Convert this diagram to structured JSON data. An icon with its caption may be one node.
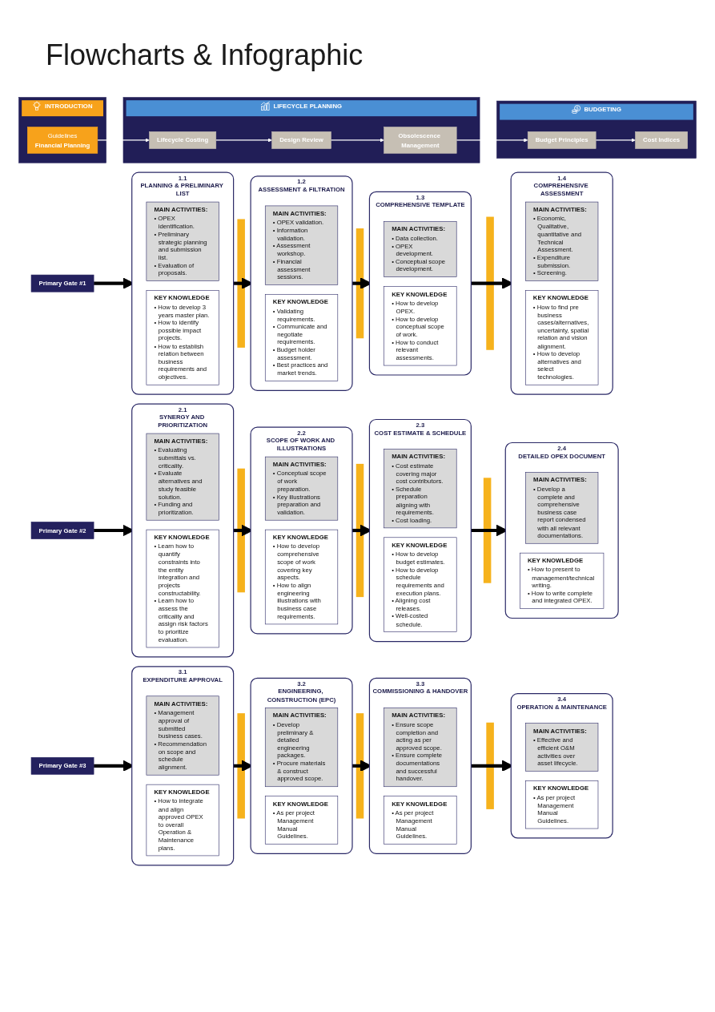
{
  "diagram": {
    "title": "Flowcharts & Infographic",
    "nodes": [
      {
        "text": [
          "INTRODUCTION"
        ]
      },
      {
        "text": [
          "Guidelines",
          "Financial Planning"
        ],
        "in": 0
      },
      {
        "text": [
          "LIFECYCLE PLANNING"
        ]
      },
      {
        "text": [
          "Lifecycle Costing"
        ],
        "in": 2
      },
      {
        "text": [
          "Design Review"
        ],
        "in": 2
      },
      {
        "text": [
          "Obsolescence Management"
        ],
        "in": 2
      },
      {
        "text": [
          "BUDGETING"
        ]
      },
      {
        "text": [
          "Budget Principles"
        ],
        "in": 6
      },
      {
        "text": [
          "Cost Indices"
        ],
        "in": 6
      },
      {
        "text": [
          "Primary Gate #1"
        ]
      },
      {
        "text": [
          "1.1",
          "PLANNING & PRELIMINARY LIST"
        ]
      },
      {
        "text": [
          "MAIN ACTIVITIES:",
          "• OPEX identification.",
          "• Preliminary strategic planning and submission list.",
          "• Evaluation of proposals."
        ],
        "in": 10
      },
      {
        "text": [
          "KEY KNOWLEDGE",
          "• How to develop 3 years master plan.",
          "• How to identify possible impact projects.",
          "• How to establish relation between business requirements and objectives."
        ],
        "in": 10
      },
      {
        "text": [
          "1.2",
          "ASSESSMENT & FILTRATION"
        ]
      },
      {
        "text": [
          "MAIN ACTIVITIES:",
          "• OPEX validation.",
          "• Information validation.",
          "• Assessment workshop.",
          "• Financial assessment sessions."
        ],
        "in": 13
      },
      {
        "text": [
          "KEY KNOWLEDGE",
          "• Validating requirements.",
          "• Communicate and negotiate requirements.",
          "• Budget holder assessment.",
          "• Best practices and market trends."
        ],
        "in": 13
      },
      {
        "text": [
          "1.3",
          "COMPREHENSIVE TEMPLATE"
        ]
      },
      {
        "text": [
          "MAIN ACTIVITIES:",
          "• Data collection.",
          "• OPEX development.",
          "• Conceptual scope development."
        ],
        "in": 16
      },
      {
        "text": [
          "KEY KNOWLEDGE",
          "• How to develop OPEX.",
          "• How to develop conceptual scope of work.",
          "• How to conduct relevant assessments."
        ],
        "in": 16
      },
      {
        "text": [
          "1.4",
          "COMPREHENSIVE ASSESSMENT"
        ]
      },
      {
        "text": [
          "MAIN ACTIVITIES:",
          "• Economic, Qualitative, quantitative and Technical Assessment.",
          "• Expenditure submission.",
          "• Screening."
        ],
        "in": 19
      },
      {
        "text": [
          "KEY KNOWLEDGE",
          "• How to find pre business cases/alternatives, uncertainty, spatial relation and vision alignment.",
          "• How to develop alternatives and select technologies."
        ],
        "in": 19
      },
      {
        "text": [
          "Primary Gate #2"
        ]
      },
      {
        "text": [
          "2.1",
          "SYNERGY AND PRIORITIZATION"
        ]
      },
      {
        "text": [
          "MAIN ACTIVITIES:",
          "• Evaluating submittals vs. criticality.",
          "• Evaluate alternatives and study feasible solution.",
          "• Funding and prioritization."
        ],
        "in": 23
      },
      {
        "text": [
          "KEY KNOWLEDGE",
          "• Learn how to quantify constraints into the entity integration and projects constructability.",
          "• Learn how to assess the criticality and assign risk factors to prioritize evaluation."
        ],
        "in": 23
      },
      {
        "text": [
          "2.2",
          "SCOPE OF WORK AND ILLUSTRATIONS"
        ]
      },
      {
        "text": [
          "MAIN ACTIVITIES:",
          "• Conceptual scope of work preparation.",
          "• Key illustrations preparation and validation."
        ],
        "in": 26
      },
      {
        "text": [
          "KEY KNOWLEDGE",
          "• How to develop comprehensive scope of work covering key aspects.",
          "• How to align engineering illustrations with business case requirements."
        ],
        "in": 26
      },
      {
        "text": [
          "2.3",
          "COST ESTIMATE & SCHEDULE"
        ]
      },
      {
        "text": [
          "MAIN ACTIVITIES:",
          "• Cost estimate covering major cost contributors.",
          "• Schedule preparation aligning with requirements.",
          "• Cost loading."
        ],
        "in": 29
      },
      {
        "text": [
          "KEY KNOWLEDGE",
          "• How to develop budget estimates.",
          "• How to develop schedule requirements and execution plans.",
          "• Aligning cost releases.",
          "• Well-costed schedule."
        ],
        "in": 29
      },
      {
        "text": [
          "2.4",
          "DETAILED OPEX DOCUMENT"
        ]
      },
      {
        "text": [
          "MAIN ACTIVITIES:",
          "• Develop a complete and comprehensive business case report condensed with all relevant documentations."
        ],
        "in": 32
      },
      {
        "text": [
          "KEY KNOWLEDGE",
          "• How to present to management/technical writing.",
          "• How to write complete and integrated OPEX."
        ],
        "in": 32
      },
      {
        "text": [
          "Primary Gate #3"
        ]
      },
      {
        "text": [
          "3.1",
          "EXPENDITURE APPROVAL"
        ]
      },
      {
        "text": [
          "MAIN ACTIVITIES:",
          "• Management approval of submitted business cases.",
          "• Recommendation on scope and schedule alignment."
        ],
        "in": 36
      },
      {
        "text": [
          "KEY KNOWLEDGE",
          "• How to integrate and align approved OPEX to overall Operation & Maintenance plans."
        ],
        "in": 36
      },
      {
        "text": [
          "3.2",
          "ENGINEERING, CONSTRUCTION (EPC)"
        ]
      },
      {
        "text": [
          "MAIN ACTIVITIES:",
          "• Develop preliminary & detailed engineering packages.",
          "• Procure materials & construct approved scope."
        ],
        "in": 39
      },
      {
        "text": [
          "KEY KNOWLEDGE",
          "• As per project Management Manual Guidelines."
        ],
        "in": 39
      },
      {
        "text": [
          "3.3",
          "COMMISSIONING & HANDOVER"
        ]
      },
      {
        "text": [
          "MAIN ACTIVITIES:",
          "• Ensure scope completion and acting as per approved scope.",
          "• Ensure complete documentations and successful handover."
        ],
        "in": 42
      },
      {
        "text": [
          "KEY KNOWLEDGE",
          "• As per project Management Manual Guidelines."
        ],
        "in": 42
      },
      {
        "text": [
          "3.4",
          "OPERATION & MAINTENANCE"
        ]
      },
      {
        "text": [
          "MAIN ACTIVITIES:",
          "• Effective and efficient O&M activities over asset lifecycle."
        ],
        "in": 45
      },
      {
        "text": [
          "KEY KNOWLEDGE",
          "• As per project Management Manual Guidelines."
        ],
        "in": 45
      }
    ],
    "edges": [
      {
        "from": 1,
        "to": 3,
        "arrow": "to",
        "color": "#ffffff"
      },
      {
        "from": 3,
        "to": 4,
        "arrow": "to",
        "color": "#ffffff"
      },
      {
        "from": 4,
        "to": 5,
        "arrow": "to",
        "color": "#ffffff"
      },
      {
        "from": 5,
        "to": 7,
        "arrow": "to",
        "color": "#ffffff"
      },
      {
        "from": 7,
        "to": 8,
        "arrow": "to",
        "color": "#ffffff"
      },
      {
        "from": 9,
        "to": 10,
        "arrow": "to"
      },
      {
        "from": 10,
        "to": 13,
        "arrow": "to"
      },
      {
        "from": 13,
        "to": 16,
        "arrow": "to"
      },
      {
        "from": 16,
        "to": 19,
        "arrow": "to"
      },
      {
        "from": 22,
        "to": 23,
        "arrow": "to"
      },
      {
        "from": 23,
        "to": 26,
        "arrow": "to"
      },
      {
        "from": 26,
        "to": 29,
        "arrow": "to"
      },
      {
        "from": 29,
        "to": 32,
        "arrow": "to"
      },
      {
        "from": 35,
        "to": 36,
        "arrow": "to"
      },
      {
        "from": 36,
        "to": 39,
        "arrow": "to"
      },
      {
        "from": 39,
        "to": 42,
        "arrow": "to"
      },
      {
        "from": 42,
        "to": 45,
        "arrow": "to"
      }
    ]
  }
}
